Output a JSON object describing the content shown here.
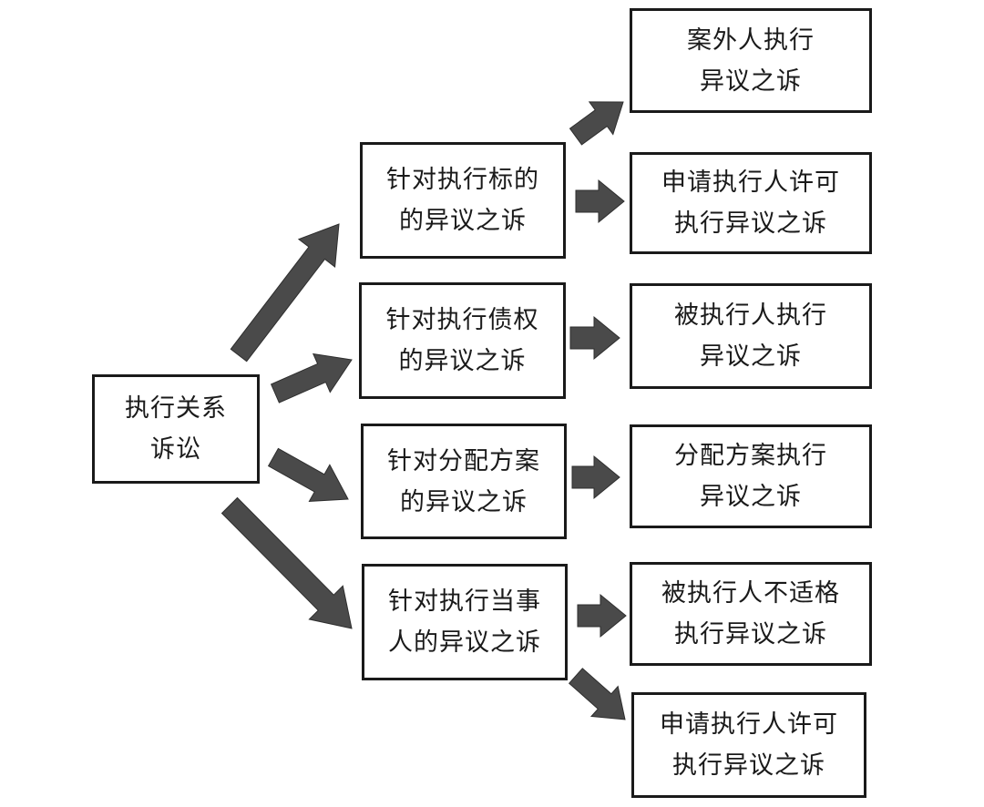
{
  "colors": {
    "arrow_fill": "#4a4a4a",
    "box_border": "#1a1a1a",
    "text": "#1a1a1a",
    "background": "#ffffff"
  },
  "root": {
    "label": "执行关系\n诉讼"
  },
  "level2": [
    {
      "label": "针对执行标的\n的异议之诉"
    },
    {
      "label": "针对执行债权\n的异议之诉"
    },
    {
      "label": "针对分配方案\n的异议之诉"
    },
    {
      "label": "针对执行当事\n人的异议之诉"
    }
  ],
  "level3": [
    {
      "label": "案外人执行\n异议之诉"
    },
    {
      "label": "申请执行人许可\n执行异议之诉"
    },
    {
      "label": "被执行人执行\n异议之诉"
    },
    {
      "label": "分配方案执行\n异议之诉"
    },
    {
      "label": "被执行人不适格\n执行异议之诉"
    },
    {
      "label": "申请执行人许可\n执行异议之诉"
    }
  ]
}
